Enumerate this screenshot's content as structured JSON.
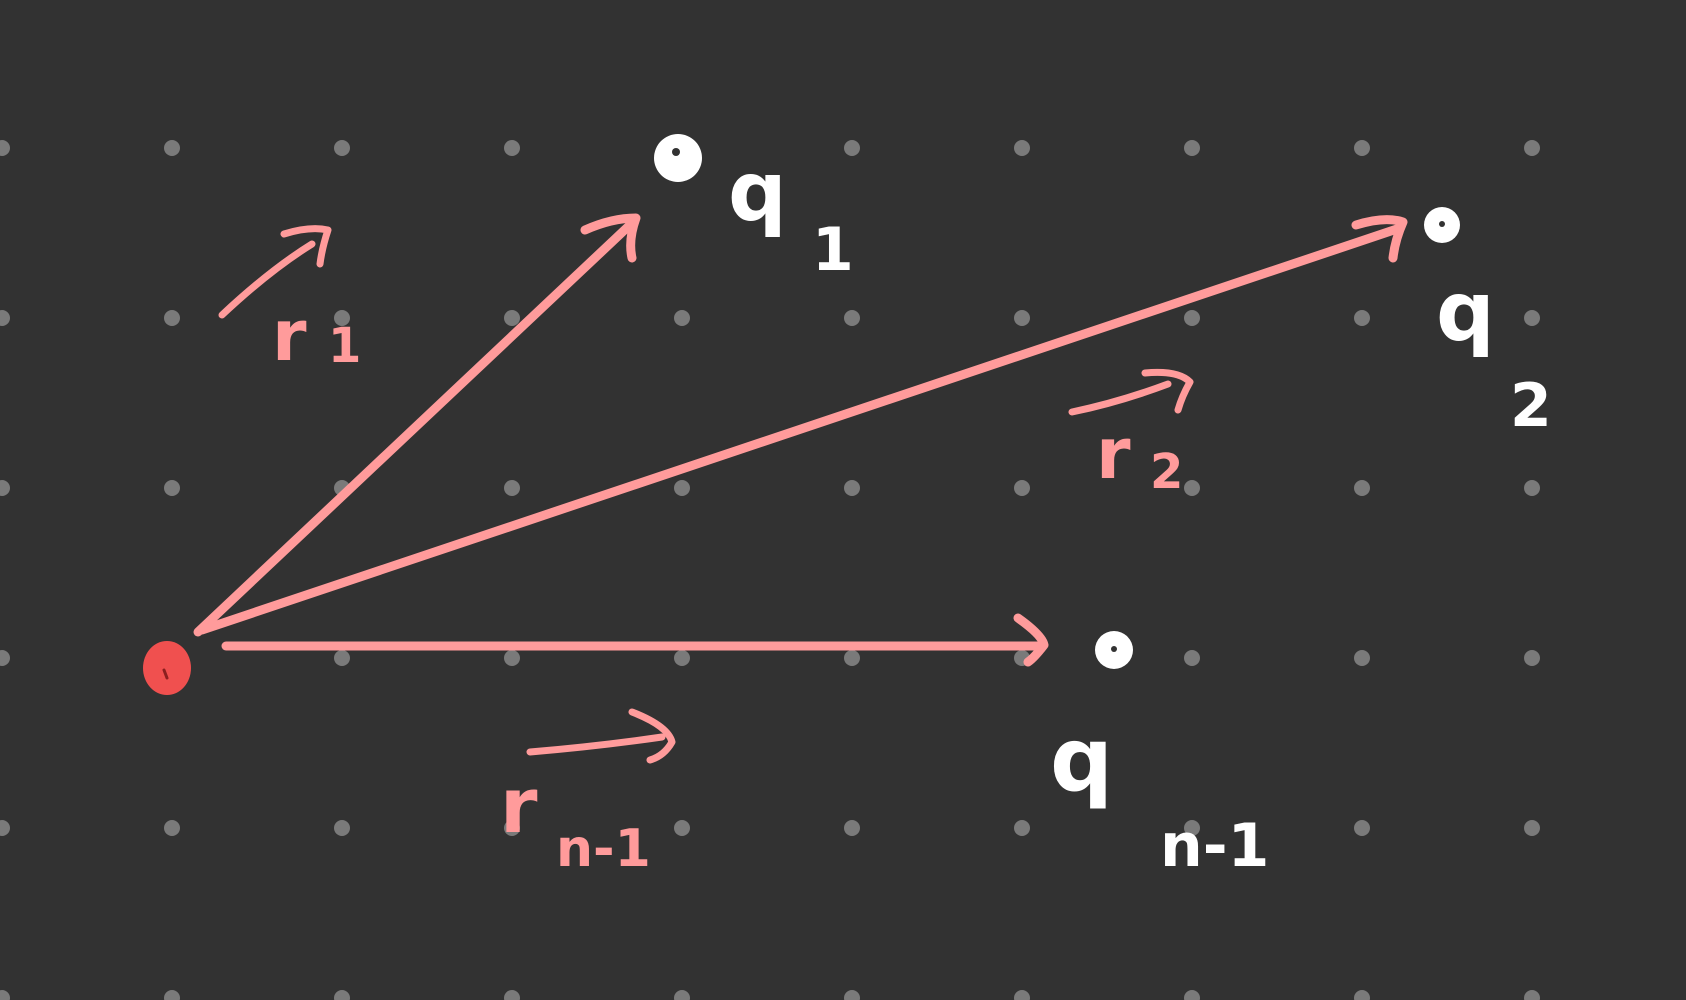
{
  "colors": {
    "background": "#323232",
    "grid_dot": "#7a7a7a",
    "vector": "#ff9b9b",
    "origin": "#f0504f",
    "charge": "#ffffff"
  },
  "charges": [
    {
      "id": "q1",
      "label": "q",
      "sub": "1"
    },
    {
      "id": "q2",
      "label": "q",
      "sub": "2"
    },
    {
      "id": "qn1",
      "label": "q",
      "sub": "n-1"
    }
  ],
  "vectors": [
    {
      "id": "r1",
      "label": "r",
      "sub": "1"
    },
    {
      "id": "r2",
      "label": "r",
      "sub": "2"
    },
    {
      "id": "rn1",
      "label": "r",
      "sub": "n-1"
    }
  ]
}
